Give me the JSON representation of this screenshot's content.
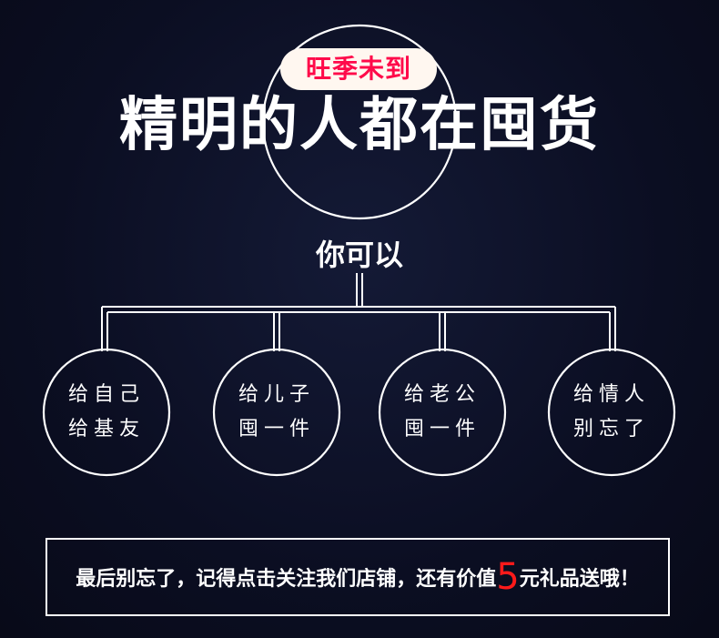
{
  "banner": {
    "tag": "旺季未到",
    "headline": "精明的人都在囤货",
    "subhead": "你可以"
  },
  "options": [
    {
      "line1": "给自己",
      "line2": "给基友"
    },
    {
      "line1": "给儿子",
      "line2": "囤一件"
    },
    {
      "line1": "给老公",
      "line2": "囤一件"
    },
    {
      "line1": "给情人",
      "line2": "别忘了"
    }
  ],
  "footer": {
    "text_before": "最后别忘了，记得点击关注我们店铺，还有价值",
    "highlight_number": "5",
    "text_after": "元礼品送哦！"
  },
  "colors": {
    "background": "#0b0e20",
    "tag_text": "#ff0a4a",
    "tag_background": "#fff7f0",
    "highlight": "#ff1a1a",
    "line": "#ffffff"
  }
}
